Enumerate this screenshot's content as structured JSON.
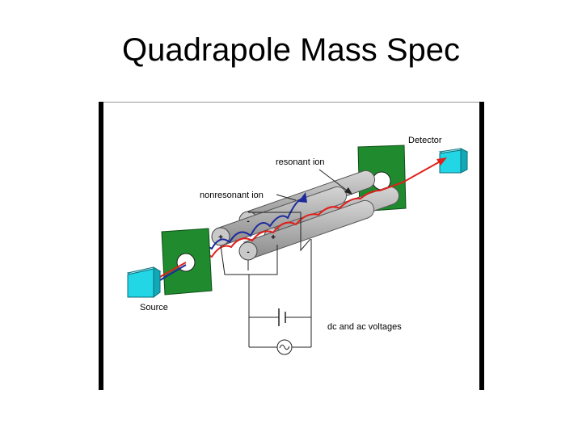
{
  "slide": {
    "title": "Quadrapole Mass Spec"
  },
  "diagram": {
    "labels": {
      "detector": "Detector",
      "resonant_ion": "resonant ion",
      "nonresonant_ion": "nonresonant ion",
      "source": "Source",
      "voltages": "dc and ac voltages"
    },
    "rod_signs": {
      "top": "-",
      "left": "+",
      "right": "+",
      "bottom": "-"
    },
    "colors": {
      "plate": "#1f8a2e",
      "box": "#22d6e6",
      "rod": "#a9a9a9",
      "resonant_path": "#e0201b",
      "nonresonant_path": "#1c2a9c"
    }
  }
}
